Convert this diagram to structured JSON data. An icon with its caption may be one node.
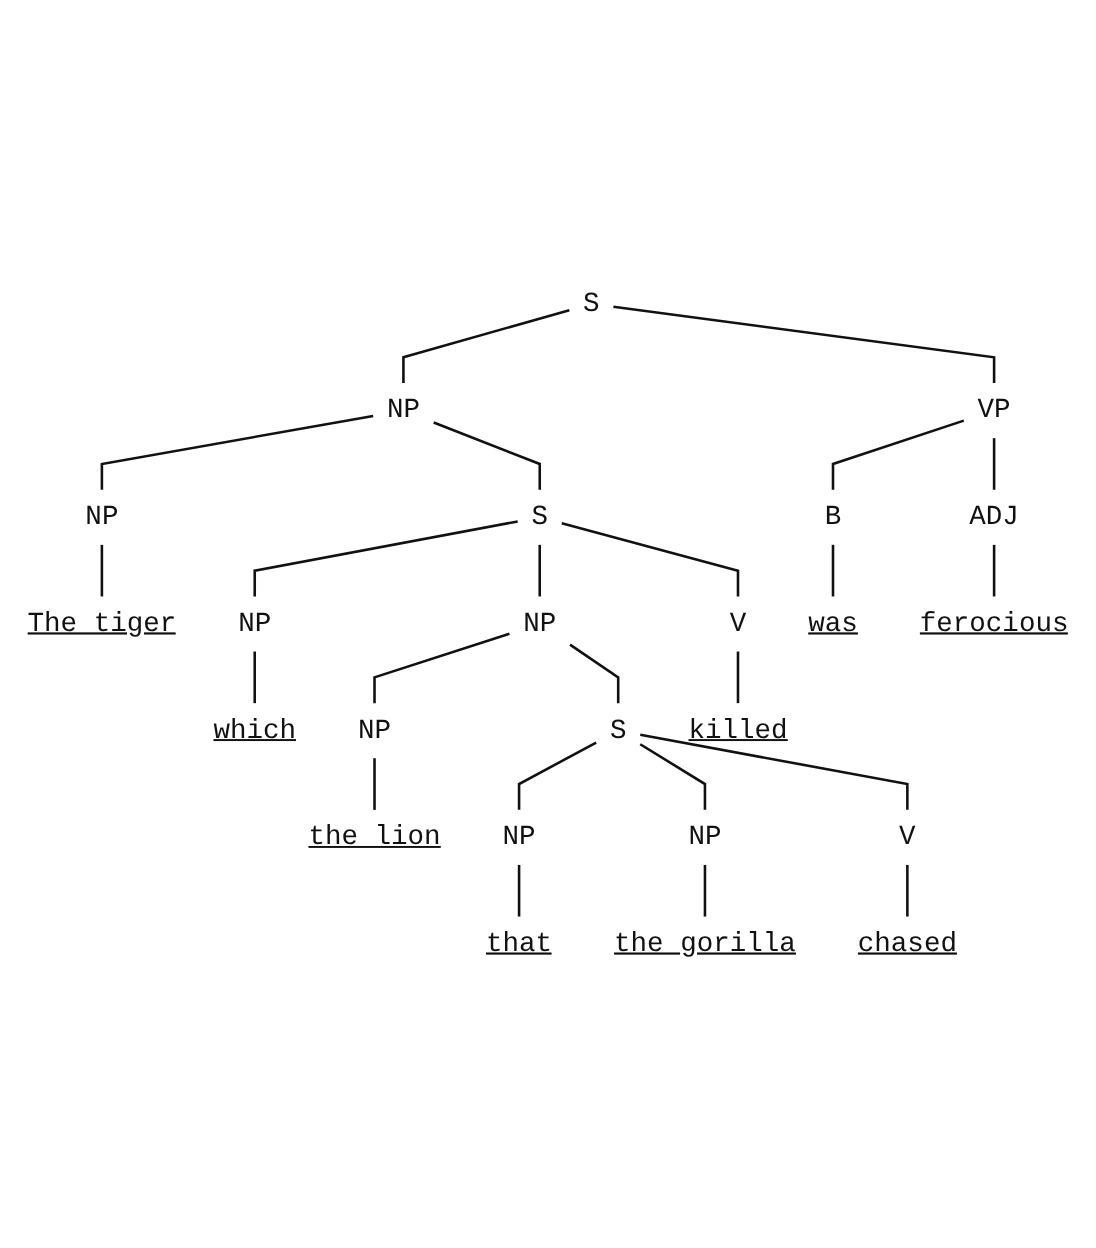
{
  "diagram": {
    "nodes": [
      {
        "text": [
          "S"
        ]
      },
      {
        "text": [
          "NP"
        ]
      },
      {
        "text": [
          "VP"
        ]
      },
      {
        "text": [
          "NP"
        ]
      },
      {
        "text": [
          "S"
        ]
      },
      {
        "text": [
          "B"
        ]
      },
      {
        "text": [
          "ADJ"
        ]
      },
      {
        "text": [
          "The tiger"
        ]
      },
      {
        "text": [
          "was"
        ]
      },
      {
        "text": [
          "ferocious"
        ]
      },
      {
        "text": [
          "NP"
        ]
      },
      {
        "text": [
          "NP"
        ]
      },
      {
        "text": [
          "V"
        ]
      },
      {
        "text": [
          "which"
        ]
      },
      {
        "text": [
          "killed"
        ]
      },
      {
        "text": [
          "NP"
        ]
      },
      {
        "text": [
          "S"
        ]
      },
      {
        "text": [
          "the lion"
        ]
      },
      {
        "text": [
          "NP"
        ]
      },
      {
        "text": [
          "NP"
        ]
      },
      {
        "text": [
          "V"
        ]
      },
      {
        "text": [
          "that"
        ]
      },
      {
        "text": [
          "the gorilla"
        ]
      },
      {
        "text": [
          "chased"
        ]
      }
    ],
    "edges": [
      {
        "from": 0,
        "to": 1,
        "arrow": "none"
      },
      {
        "from": 0,
        "to": 2,
        "arrow": "none"
      },
      {
        "from": 1,
        "to": 3,
        "arrow": "none"
      },
      {
        "from": 1,
        "to": 4,
        "arrow": "none"
      },
      {
        "from": 2,
        "to": 5,
        "arrow": "none"
      },
      {
        "from": 2,
        "to": 6,
        "arrow": "none"
      },
      {
        "from": 3,
        "to": 7,
        "arrow": "none"
      },
      {
        "from": 5,
        "to": 8,
        "arrow": "none"
      },
      {
        "from": 6,
        "to": 9,
        "arrow": "none"
      },
      {
        "from": 4,
        "to": 10,
        "arrow": "none"
      },
      {
        "from": 4,
        "to": 11,
        "arrow": "none"
      },
      {
        "from": 4,
        "to": 12,
        "arrow": "none"
      },
      {
        "from": 10,
        "to": 13,
        "arrow": "none"
      },
      {
        "from": 12,
        "to": 14,
        "arrow": "none"
      },
      {
        "from": 11,
        "to": 15,
        "arrow": "none"
      },
      {
        "from": 11,
        "to": 16,
        "arrow": "none"
      },
      {
        "from": 15,
        "to": 17,
        "arrow": "none"
      },
      {
        "from": 16,
        "to": 18,
        "arrow": "none"
      },
      {
        "from": 16,
        "to": 19,
        "arrow": "none"
      },
      {
        "from": 16,
        "to": 20,
        "arrow": "none"
      },
      {
        "from": 18,
        "to": 21,
        "arrow": "none"
      },
      {
        "from": 19,
        "to": 22,
        "arrow": "none"
      },
      {
        "from": 20,
        "to": 23,
        "arrow": "none"
      }
    ]
  }
}
